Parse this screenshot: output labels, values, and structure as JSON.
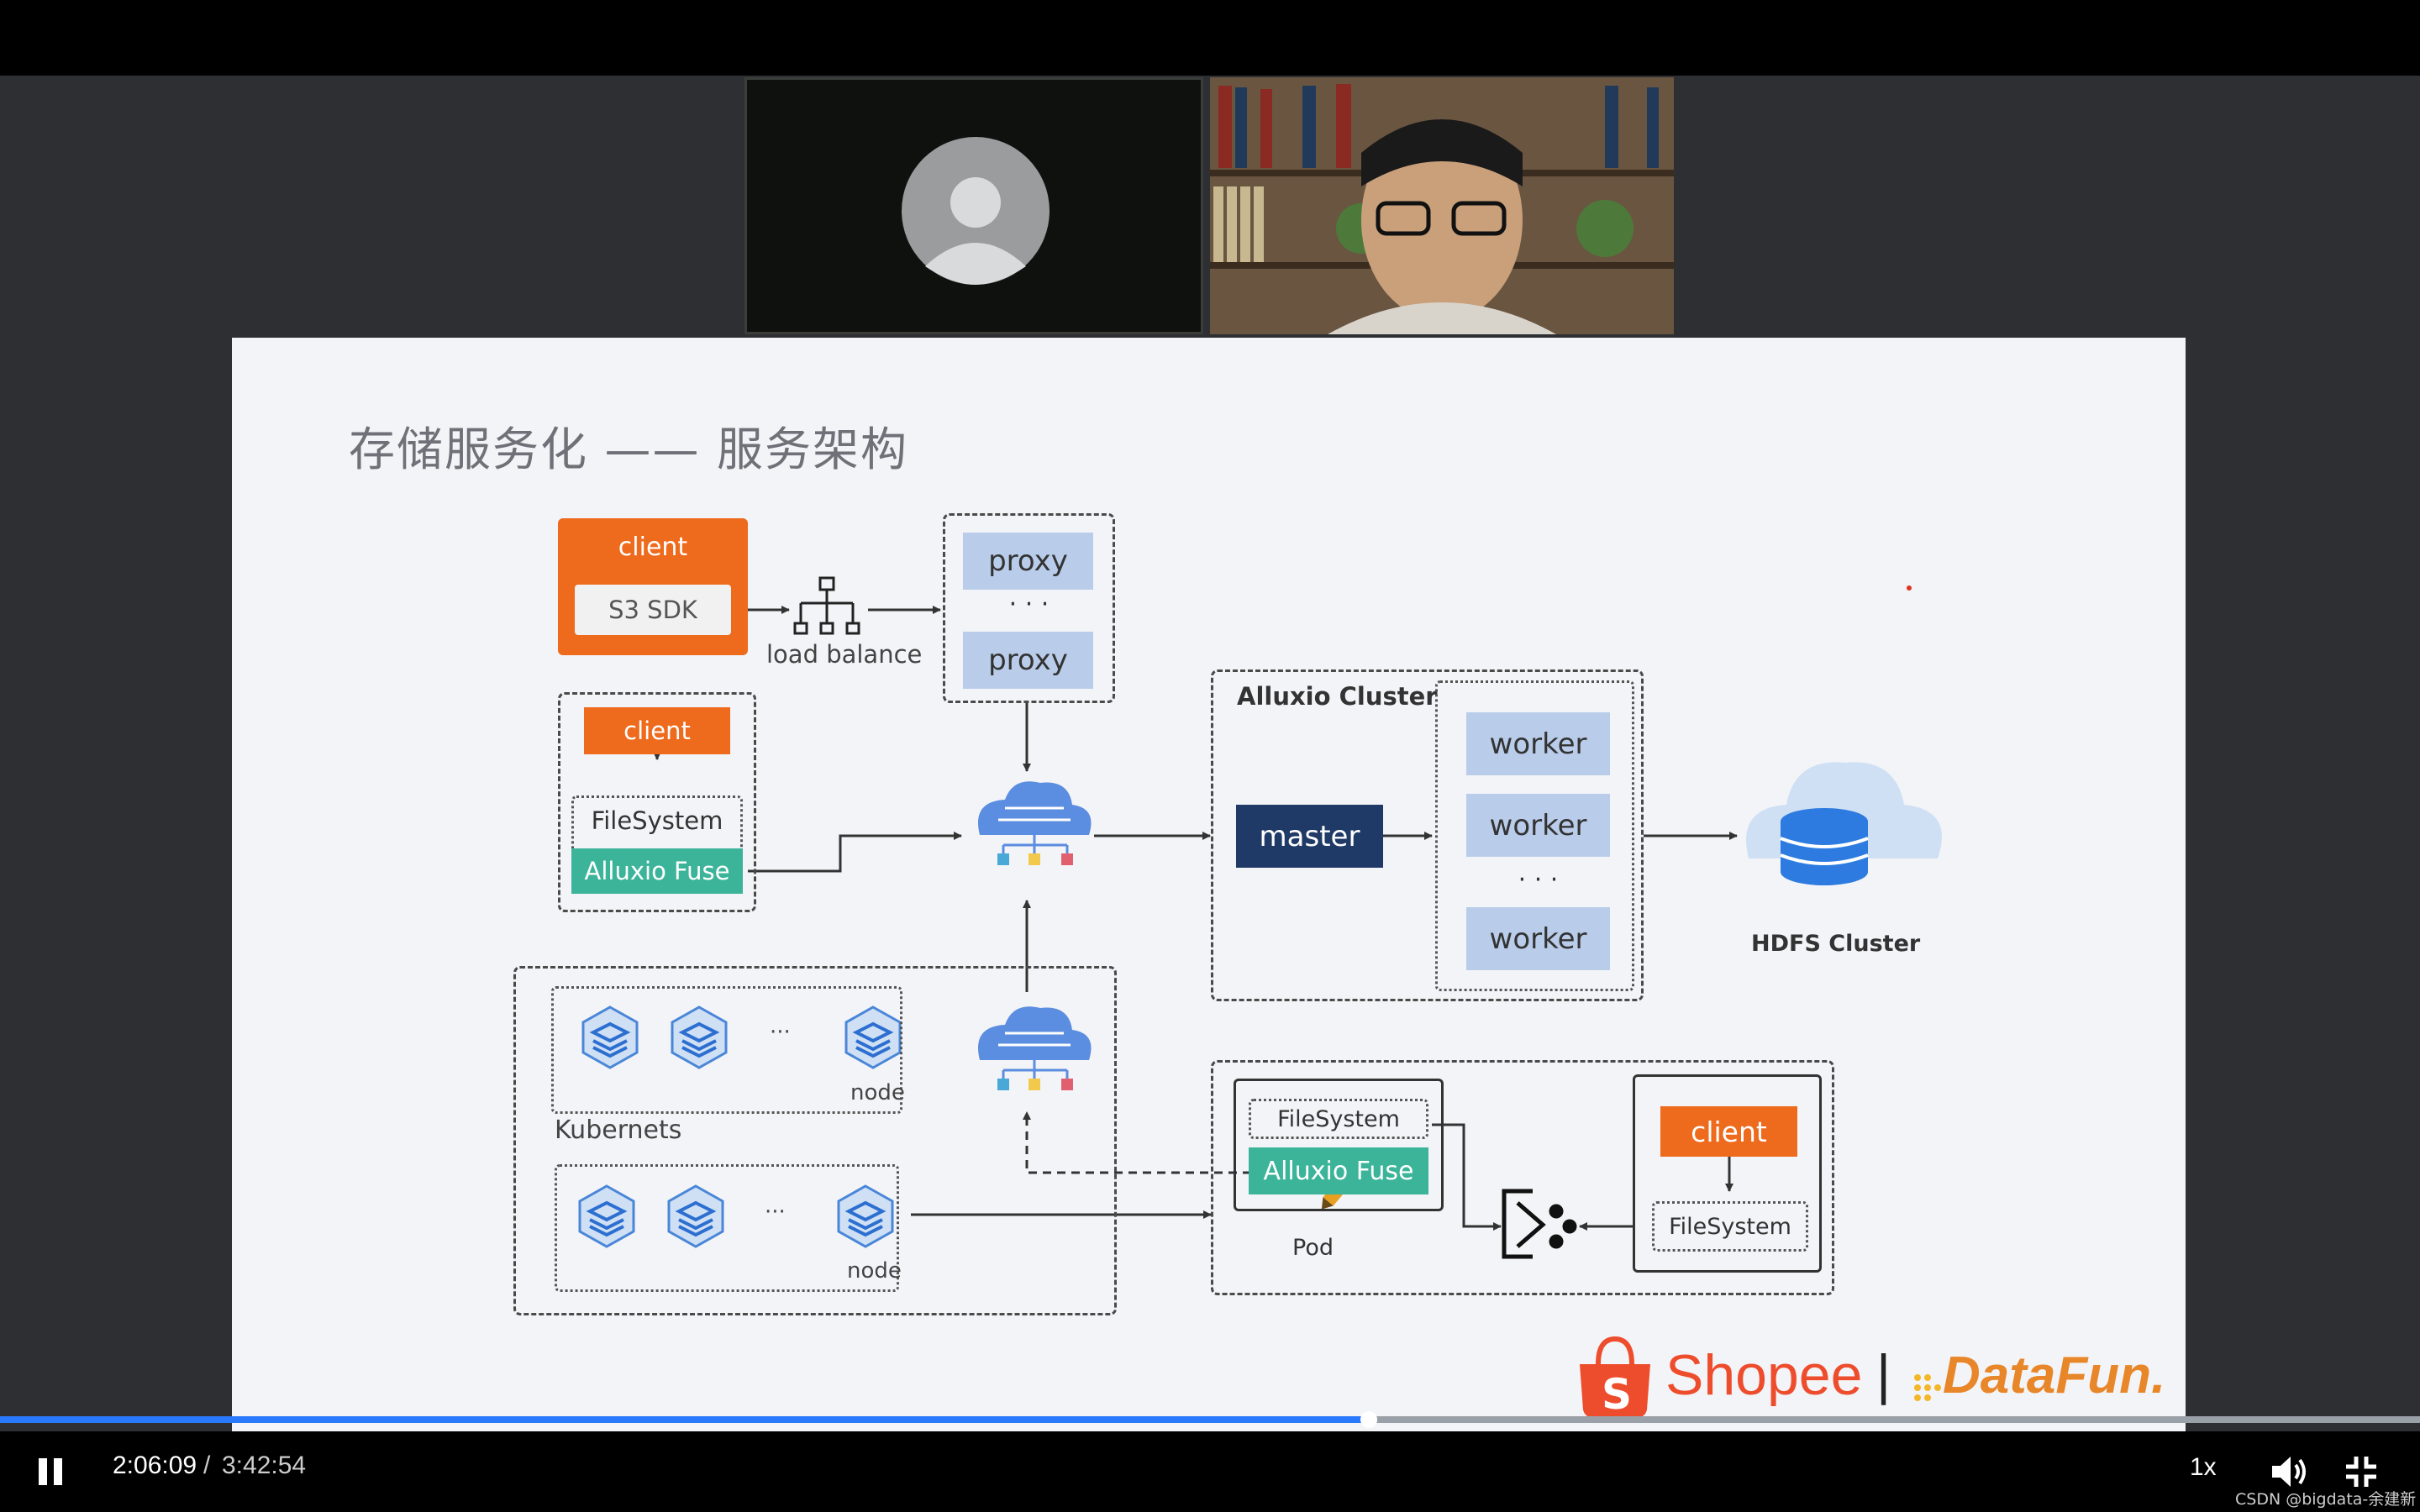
{
  "slide": {
    "title": "存储服务化 —— 服务架构",
    "top_client": {
      "label": "client",
      "sdk": "S3 SDK"
    },
    "load_balance": "load balance",
    "proxy": {
      "items": [
        "proxy",
        "proxy"
      ],
      "ellipsis": "· · ·"
    },
    "fuse_client": {
      "client": "client",
      "filesystem": "FileSystem",
      "fuse": "Alluxio Fuse"
    },
    "alluxio_cluster": {
      "title": "Alluxio Cluster",
      "master": "master",
      "workers": [
        "worker",
        "worker",
        "worker"
      ],
      "ellipsis": "· · ·"
    },
    "hdfs": "HDFS Cluster",
    "kubernetes": {
      "label": "Kubernets",
      "node_label": "node",
      "ellipsis": "···"
    },
    "pod": {
      "filesystem": "FileSystem",
      "fuse": "Alluxio Fuse",
      "label": "Pod"
    },
    "pod_client": {
      "client": "client",
      "filesystem": "FileSystem"
    },
    "logos": {
      "shopee": "Shopee",
      "separator": "|",
      "datafun": "DataFun."
    }
  },
  "player": {
    "current_time": "2:06:09",
    "separator": "/",
    "total_time": "3:42:54",
    "progress": 0.5655,
    "speed": "1x",
    "watermark": "CSDN @bigdata-余建新"
  },
  "colors": {
    "orange": "#ee6a1c",
    "teal": "#3cb49a",
    "navy": "#1f3a66",
    "lightblue": "#b9cdea",
    "progress": "#2979ff"
  }
}
